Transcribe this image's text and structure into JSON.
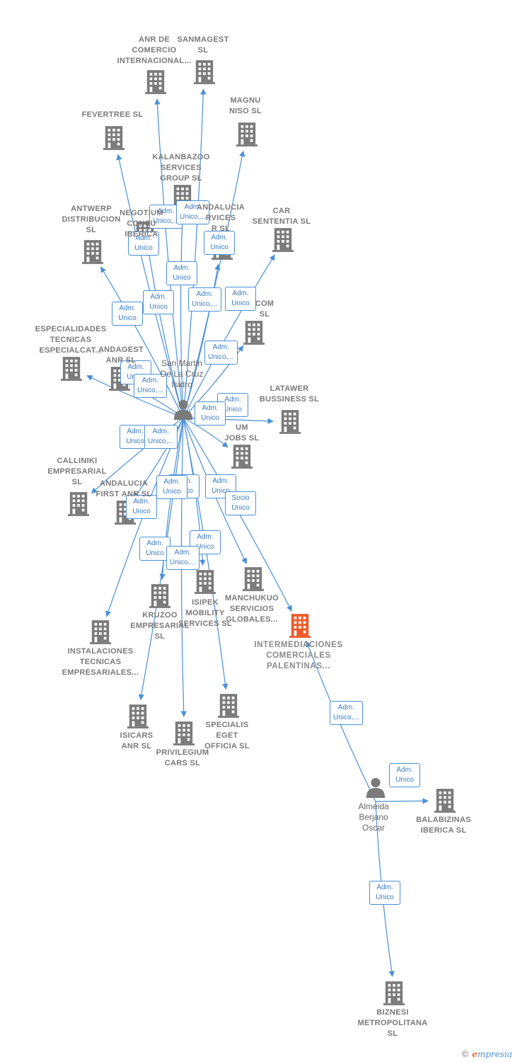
{
  "colors": {
    "edge": "#4a90d9",
    "building": "#7b7b7b",
    "focus": "#f05a28",
    "person": "#7b7b7b"
  },
  "nodes": [
    {
      "id": "anr",
      "label": "ANR DE\nCOMERCIO\nINTERNACIONAL...",
      "kind": "company"
    },
    {
      "id": "sanm",
      "label": "SANMAGEST\nSL",
      "kind": "company"
    },
    {
      "id": "fever",
      "label": "FEVERTREE SL",
      "kind": "company"
    },
    {
      "id": "magnu",
      "label": "MAGNU\nNISO SL",
      "kind": "company"
    },
    {
      "id": "kalan",
      "label": "KALANBAZOO\nSERVICES\nGROUP SL",
      "kind": "company"
    },
    {
      "id": "antw",
      "label": "ANTWERP\nDISTRIBUCION\nSL",
      "kind": "company"
    },
    {
      "id": "negot",
      "label": "NEGOTIUM\nCONSU\nIBERICA",
      "kind": "company"
    },
    {
      "id": "andserv",
      "label": "ANDALUCIA\nRVICES\nR SL",
      "kind": "company"
    },
    {
      "id": "car",
      "label": "CAR\nSENTENTIA SL",
      "kind": "company"
    },
    {
      "id": "com",
      "label": "COM\nSL",
      "kind": "company"
    },
    {
      "id": "espec",
      "label": "ESPECIALIDADES\nTECNICAS\nESPECIALCAT...",
      "kind": "company"
    },
    {
      "id": "andag",
      "label": "ANDAGEST\nANR SL",
      "kind": "company"
    },
    {
      "id": "latawer",
      "label": "LATAWER\nBUSSINESS SL",
      "kind": "company"
    },
    {
      "id": "jobs",
      "label": "UM\nJOBS SL",
      "kind": "company"
    },
    {
      "id": "callin",
      "label": "CALLINIKI\nEMPRESARIAL\nSL",
      "kind": "company"
    },
    {
      "id": "andfirst",
      "label": "ANDALUCIA\nFIRST ANR SL",
      "kind": "company"
    },
    {
      "id": "kruzoo",
      "label": "KRUZOO\nEMPRESARIAL\nSL",
      "kind": "company"
    },
    {
      "id": "isipek",
      "label": "ISIPEK\nMOBILITY\nSERVICES SL",
      "kind": "company"
    },
    {
      "id": "manch",
      "label": "MANCHUKUO\nSERVICIOS\nGLOBALES...",
      "kind": "company"
    },
    {
      "id": "inter",
      "label": "INTERMEDIACIONES\nCOMERCIALES\nPALENTINAS...",
      "kind": "focus"
    },
    {
      "id": "instal",
      "label": "INSTALACIONES\nTECNICAS\nEMPRESARIALES...",
      "kind": "company"
    },
    {
      "id": "isicars",
      "label": "ISICARS\nANR SL",
      "kind": "company"
    },
    {
      "id": "privil",
      "label": "PRIVILEGIUM\nCARS SL",
      "kind": "company"
    },
    {
      "id": "specialis",
      "label": "SPECIALIS\nEGET\nOFFICIA SL",
      "kind": "company"
    },
    {
      "id": "balab",
      "label": "BALABIZINAS\nIBERICA SL",
      "kind": "company"
    },
    {
      "id": "biznesi",
      "label": "BIZNESI\nMETROPOLITANA\nSL",
      "kind": "company"
    },
    {
      "id": "sanmartin",
      "label": "San Martin\nDe La Cruz\nIsidro",
      "kind": "person"
    },
    {
      "id": "almeida",
      "label": "Almeida\nBerjano\nOscar",
      "kind": "person"
    }
  ],
  "edges": [
    {
      "from": "sanmartin",
      "to": "anr",
      "label": "Adm.\nUnico,..."
    },
    {
      "from": "sanmartin",
      "to": "sanm",
      "label": "Adm.\nUnico,..."
    },
    {
      "from": "sanmartin",
      "to": "fever",
      "label": "Adm.\nUnico"
    },
    {
      "from": "sanmartin",
      "to": "magnu",
      "label": "Adm.\nUnico"
    },
    {
      "from": "sanmartin",
      "to": "kalan",
      "label": "Adm.\nUnico"
    },
    {
      "from": "sanmartin",
      "to": "antw",
      "label": "Adm.\nUnico"
    },
    {
      "from": "sanmartin",
      "to": "negot",
      "label": "Adm.\nUnico"
    },
    {
      "from": "sanmartin",
      "to": "andserv",
      "label": "Adm.\nUnico,..."
    },
    {
      "from": "sanmartin",
      "to": "car",
      "label": "Adm.\nUnico"
    },
    {
      "from": "sanmartin",
      "to": "com",
      "label": "Adm.\nUnico,..."
    },
    {
      "from": "sanmartin",
      "to": "espec",
      "label": "Adm.\nUnico"
    },
    {
      "from": "sanmartin",
      "to": "andag",
      "label": "Adm.\nUnico,..."
    },
    {
      "from": "sanmartin",
      "to": "latawer",
      "label": "Adm.\nUnico"
    },
    {
      "from": "sanmartin",
      "to": "jobs",
      "label": "Adm.\nUnico"
    },
    {
      "from": "sanmartin",
      "to": "callin",
      "label": "Adm.\nUnico"
    },
    {
      "from": "sanmartin",
      "to": "andfirst",
      "label": "Adm.\nUnico,..."
    },
    {
      "from": "sanmartin",
      "to": "kruzoo",
      "label": "Adm.\nUnico"
    },
    {
      "from": "sanmartin",
      "to": "isipek",
      "label": "Adm.\nUnico"
    },
    {
      "from": "sanmartin",
      "to": "manch",
      "label": "Adm.\nUnico"
    },
    {
      "from": "sanmartin",
      "to": "inter",
      "label": "Socio\nÚnico"
    },
    {
      "from": "sanmartin",
      "to": "instal",
      "label": "Adm.\nUnico"
    },
    {
      "from": "sanmartin",
      "to": "isicars",
      "label": "Adm.\nUnico"
    },
    {
      "from": "sanmartin",
      "to": "privil",
      "label": "Adm.\nUnico,..."
    },
    {
      "from": "sanmartin",
      "to": "specialis",
      "label": "Adm.\nUnico"
    },
    {
      "from": "almeida",
      "to": "inter",
      "label": "Adm.\nUnico,..."
    },
    {
      "from": "almeida",
      "to": "balab",
      "label": "Adm.\nUnico"
    },
    {
      "from": "almeida",
      "to": "biznesi",
      "label": "Adm.\nUnico"
    }
  ],
  "footer": {
    "copyright": "©",
    "brand_first": "e",
    "brand_rest": "mpresia"
  }
}
